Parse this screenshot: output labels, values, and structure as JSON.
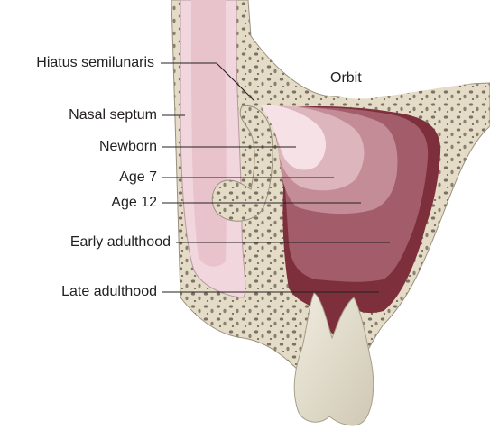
{
  "figure": {
    "title": "",
    "labels": {
      "hiatus": "Hiatus semilunaris",
      "septum": "Nasal septum",
      "newborn": "Newborn",
      "age7": "Age 7",
      "age12": "Age 12",
      "early": "Early adulthood",
      "late": "Late adulthood",
      "orbit": "Orbit"
    },
    "colors": {
      "bone": "#e5dcc8",
      "bone_pore": "#7a7264",
      "mucosa": "#f1d7dd",
      "newborn": "#f6e2e6",
      "age7": "#dcb5bd",
      "age12": "#c48c97",
      "early": "#a35d6a",
      "late": "#7e2f3c",
      "tooth": "#e8e3d3"
    }
  }
}
